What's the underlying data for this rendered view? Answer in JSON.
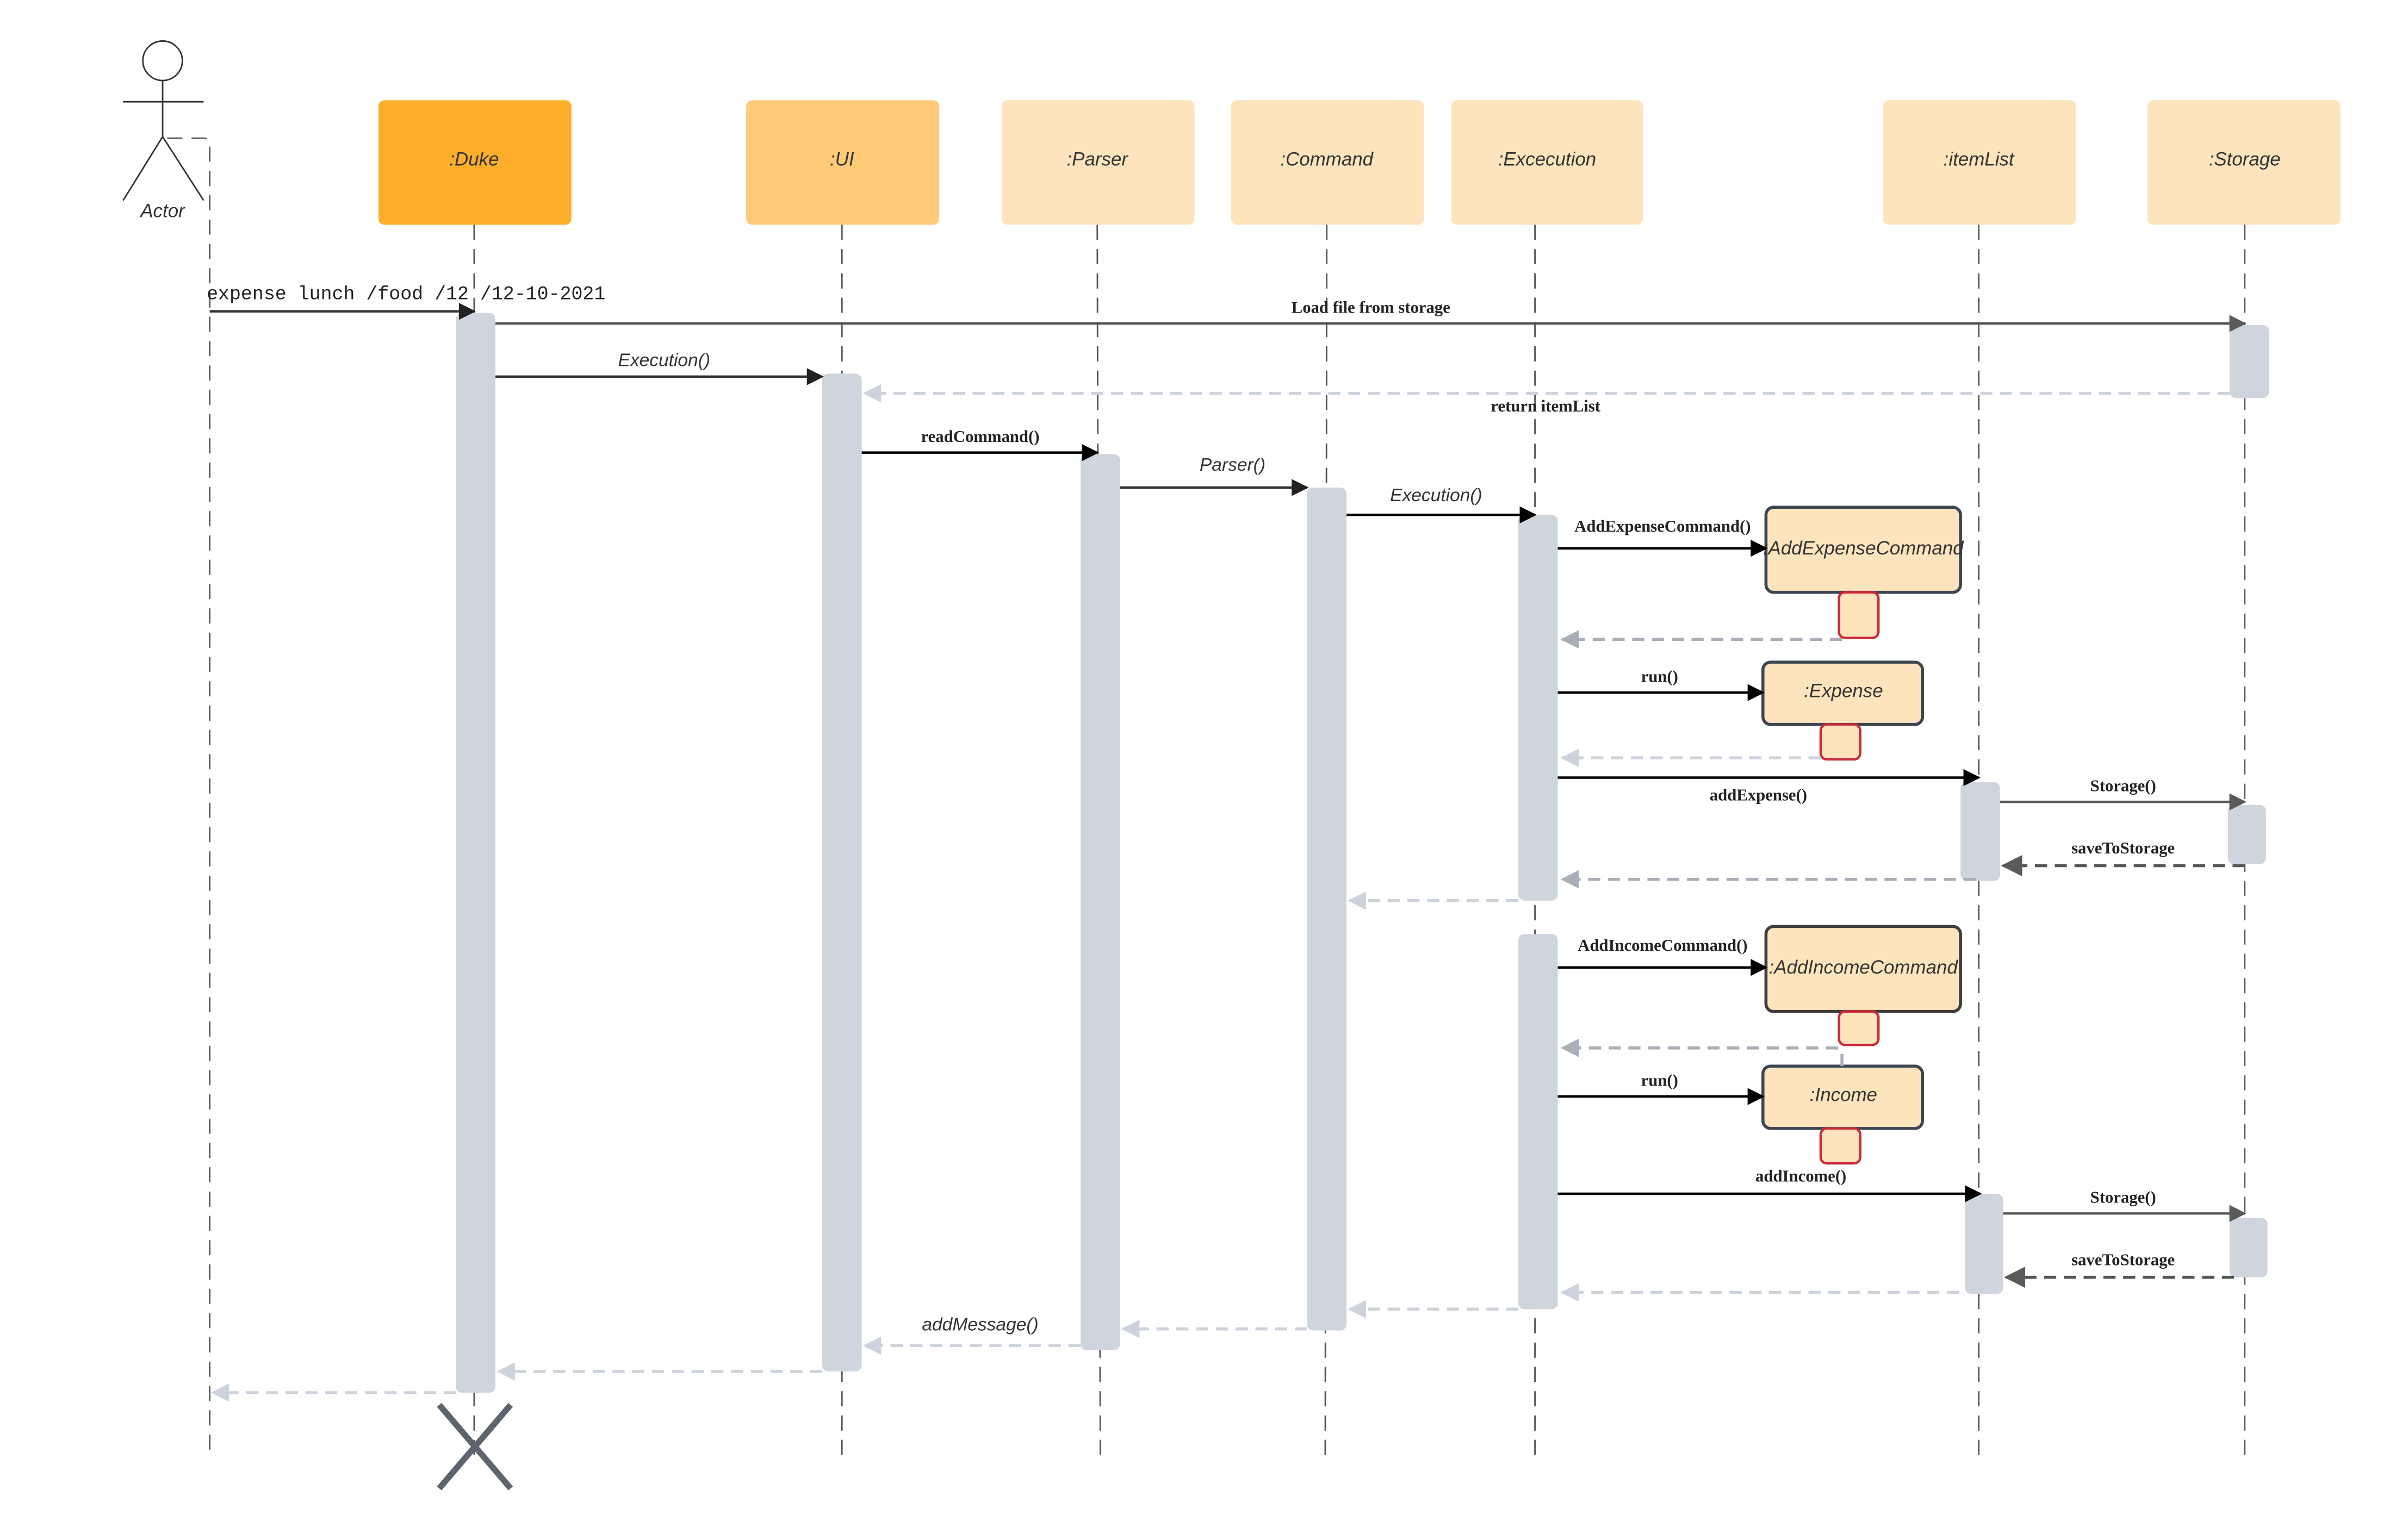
{
  "diagram": {
    "type": "UML sequence diagram",
    "actor": {
      "label": "Actor"
    },
    "participants": [
      {
        "id": "duke",
        "label": ":Duke",
        "color": "#fdae2b"
      },
      {
        "id": "ui",
        "label": ":UI",
        "color": "#feca78"
      },
      {
        "id": "parser",
        "label": ":Parser",
        "color": "#fee4bd"
      },
      {
        "id": "command",
        "label": ":Command",
        "color": "#fee4bd"
      },
      {
        "id": "execution",
        "label": ":Excecution",
        "color": "#fee4bd"
      },
      {
        "id": "itemlist",
        "label": ":itemList",
        "color": "#fee4bd"
      },
      {
        "id": "storage",
        "label": ":Storage",
        "color": "#fee4bd"
      }
    ],
    "created_objects": [
      {
        "id": "addexpensecommand",
        "label": ":AddExpenseCommand"
      },
      {
        "id": "expense",
        "label": ":Expense"
      },
      {
        "id": "addincomecommand",
        "label": ":AddIncomeCommand"
      },
      {
        "id": "income",
        "label": ":Income"
      }
    ],
    "messages": [
      {
        "id": "m_input",
        "label": "expense lunch /food /12 /12-10-2021",
        "from": "actor",
        "to": "duke",
        "kind": "call"
      },
      {
        "id": "m_load",
        "label": "Load file from storage",
        "from": "duke",
        "to": "storage",
        "kind": "call"
      },
      {
        "id": "m_exec1",
        "label": "Execution()",
        "from": "duke",
        "to": "ui",
        "kind": "call"
      },
      {
        "id": "m_return_itemlist",
        "label": "return itemList",
        "from": "storage",
        "to": "ui",
        "kind": "return"
      },
      {
        "id": "m_readcmd",
        "label": "readCommand()",
        "from": "ui",
        "to": "parser",
        "kind": "call"
      },
      {
        "id": "m_parser",
        "label": "Parser()",
        "from": "parser",
        "to": "command",
        "kind": "call"
      },
      {
        "id": "m_exec2",
        "label": "Execution()",
        "from": "command",
        "to": "execution",
        "kind": "call"
      },
      {
        "id": "m_addexpcmd",
        "label": "AddExpenseCommand()",
        "from": "execution",
        "to": "addexpensecommand",
        "kind": "create"
      },
      {
        "id": "m_run1",
        "label": "run()",
        "from": "execution",
        "to": "expense",
        "kind": "create"
      },
      {
        "id": "m_addexpense",
        "label": "addExpense()",
        "from": "execution",
        "to": "itemlist",
        "kind": "call"
      },
      {
        "id": "m_storage1",
        "label": "Storage()",
        "from": "itemlist",
        "to": "storage",
        "kind": "call"
      },
      {
        "id": "m_save1",
        "label": "saveToStorage",
        "from": "storage",
        "to": "itemlist",
        "kind": "return"
      },
      {
        "id": "m_addinccmd",
        "label": "AddIncomeCommand()",
        "from": "execution",
        "to": "addincomecommand",
        "kind": "create"
      },
      {
        "id": "m_run2",
        "label": "run()",
        "from": "execution",
        "to": "income",
        "kind": "create"
      },
      {
        "id": "m_addincome",
        "label": "addIncome()",
        "from": "execution",
        "to": "itemlist",
        "kind": "call"
      },
      {
        "id": "m_storage2",
        "label": "Storage()",
        "from": "itemlist",
        "to": "storage",
        "kind": "call"
      },
      {
        "id": "m_save2",
        "label": "saveToStorage",
        "from": "storage",
        "to": "itemlist",
        "kind": "return"
      },
      {
        "id": "m_addmessage",
        "label": "addMessage()",
        "from": "parser",
        "to": "ui",
        "kind": "return"
      }
    ],
    "termination": {
      "participant": "duke",
      "icon": "destroy-x-icon"
    },
    "colors": {
      "activation": "#cfd5dd",
      "created_object_fill": "#fee4bd",
      "created_object_border": "#3d4552",
      "created_activation_border": "#c92d39",
      "destroy_mark": "#5e646d"
    }
  }
}
